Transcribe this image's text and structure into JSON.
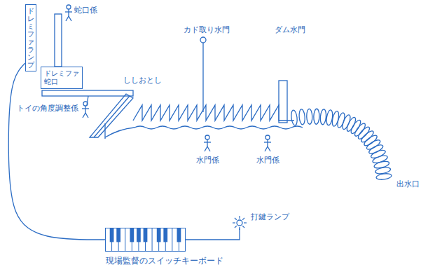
{
  "diagram": {
    "nodes": [
      {
        "text": [
          "ドレミファランプ"
        ]
      },
      {
        "text": [
          "ドレミファ 蛇口"
        ]
      },
      {
        "text": [
          "現場監督のスイッチキーボード"
        ]
      },
      {
        "text": [
          "打鍵ランプ"
        ]
      }
    ],
    "edges": [
      {
        "from": 2,
        "to": 0,
        "arrow": "none"
      },
      {
        "from": 2,
        "to": 3,
        "arrow": "none"
      }
    ],
    "labels": [
      "蛇口係",
      "トイの角度調整係",
      "カド取り水門",
      "ダム水門",
      "ししおとし",
      "水門係",
      "水門係",
      "出水口"
    ]
  }
}
